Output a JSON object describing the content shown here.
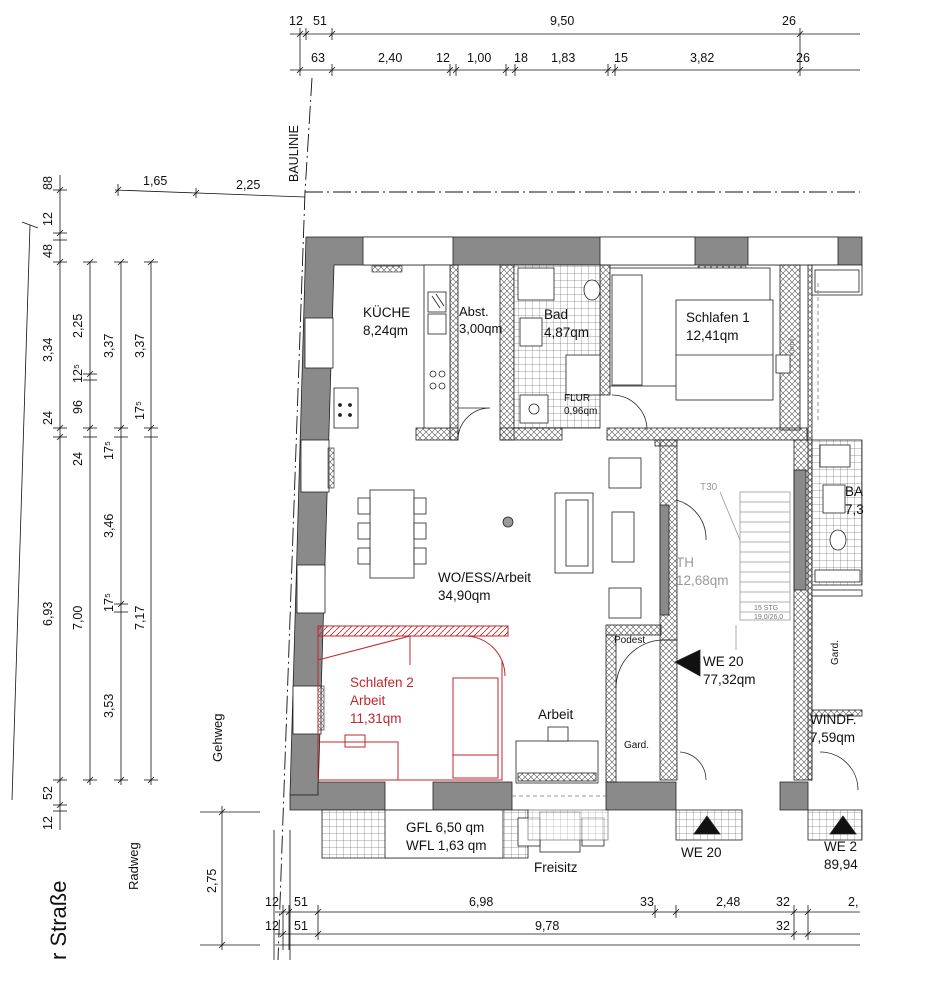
{
  "dims": {
    "top_row1": [
      "12",
      "51",
      "9,50",
      "26"
    ],
    "top_row2": [
      "63",
      "2,40",
      "12",
      "1,00",
      "18",
      "1,83",
      "15",
      "3,82",
      "26"
    ],
    "baulinie_row": [
      "1,65",
      "2,25"
    ],
    "bottom_row1": [
      "12",
      "51",
      "6,98",
      "33",
      "2,48",
      "32",
      "2,"
    ],
    "bottom_row2": [
      "12",
      "51",
      "9,78",
      "32"
    ],
    "left_outer": [
      "88",
      "12",
      "48",
      "3,34",
      "24",
      "6,93",
      "52",
      "12"
    ],
    "left_mid": [
      "2,25",
      "12⁵",
      "96",
      "24",
      "7,00"
    ],
    "left_inner1": [
      "3,37",
      "17⁵",
      "3,46",
      "17⁵",
      "3,53"
    ],
    "left_inner2": [
      "3,37",
      "17⁵",
      "7,17"
    ],
    "freisitz_depth": "2,75"
  },
  "labels": {
    "baulinie": "BAULINIE",
    "gehweg": "Gehweg",
    "radweg": "Radweg",
    "strasse": "r Straße",
    "freisitz": "Freisitz",
    "kamin": "Kamin",
    "th": "TH",
    "th_area": "12,68qm",
    "t30": "T30",
    "stair_note1": "15 STG",
    "stair_note2": "19,0/26,0",
    "podest": "Podest",
    "gard1": "Gard.",
    "gard2": "Gard.",
    "arbeit": "Arbeit",
    "gfl": "GFL 6,50 qm",
    "wfl": "WFL 1,63 qm",
    "we20_entry": "WE 20",
    "we2x_entry": "WE 2",
    "we2x_area": "89,94"
  },
  "rooms": {
    "kueche": {
      "name": "KÜCHE",
      "area": "8,24qm"
    },
    "abst": {
      "name": "Abst.",
      "area": "3,00qm"
    },
    "bad": {
      "name": "Bad",
      "area": "4,87qm"
    },
    "flur": {
      "name": "FLUR",
      "area": "0,96qm"
    },
    "schlafen1": {
      "name": "Schlafen 1",
      "area": "12,41qm"
    },
    "wohnen": {
      "name": "WO/ESS/Arbeit",
      "area": "34,90qm"
    },
    "schlafen2": {
      "name1": "Schlafen 2",
      "name2": "Arbeit",
      "area": "11,31qm"
    },
    "we20": {
      "name": "WE 20",
      "area": "77,32qm"
    },
    "windf": {
      "name": "WINDF.",
      "area": "7,59qm"
    },
    "ba_partial": {
      "name": "BA",
      "area": "7,3"
    }
  },
  "colors": {
    "wall": "#8a8a8a",
    "hatch": "#555555",
    "red": "#c0272d",
    "grey_text": "#9a9a9a"
  }
}
